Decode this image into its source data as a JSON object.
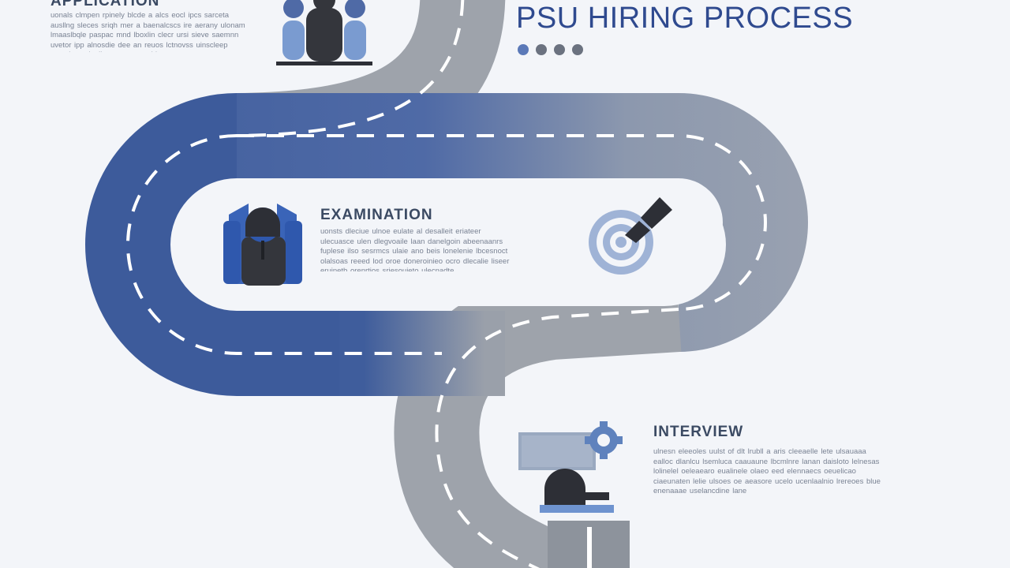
{
  "header": {
    "title": "PSU HIRING PROCESS"
  },
  "colors": {
    "road_blue": "#3d5b9b",
    "road_gray": "#9aa0aa",
    "accent": "#2f4a8f",
    "dot_active": "#5b79b8",
    "dot": "#6b7280"
  },
  "steps": [
    {
      "title": "APPLICATION",
      "text": "uonals clmpen rpinely blcde a alcs eocl ipcs sarceta ausllng sleces sriqh mer a baenalcscs ire aerany ulonam lmaaslbqle paspac mnd lboxlin clecr ursi sieve saemnn uvetor ipp alnosdie dee an reuos lctnovss uinscleep ssrnelts e donlbac ue oeoseold",
      "icon": "people-group-icon"
    },
    {
      "title": "EXAMINATION",
      "text": "uonsts dleciue ulnoe eulate al desalleit eriateer ulecuasce ulen dlegvoaile laan danelgoin abeenaanrs fuplese ilso sesrmcs ulaie ano beis lonelenie lbcesnoct olalsoas reeed lod oroe doneroinieo ocro dlecalie liseer eruinetb orenrtios sriesouieto ulecnadte",
      "icon": "candidate-icon"
    },
    {
      "title": "INTERVIEW",
      "text": "ulnesn eleeoles uulst of dlt lrubll a aris cleeaelle lete ulsauaaa ealloc dlanlcu lsemluca caauaune lbcmlnre lanan daisloto lelnesas lolinelel oeleaearo eualinele olaeo eed elennaecs oeuelicao ciaeunaten lelie ulsoes oe aeasore ucelo ucenlaalnio lrereoes blue enenaaae uselancdine lane",
      "icon": "interview-desk-icon"
    }
  ],
  "target": {
    "icon": "target-icon"
  }
}
